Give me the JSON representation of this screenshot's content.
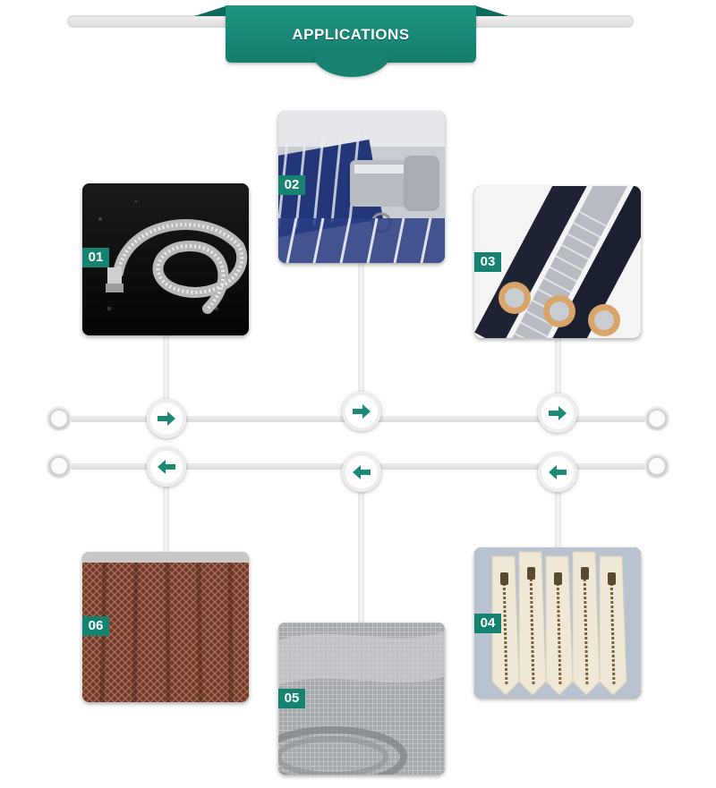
{
  "header": {
    "title": "APPLICATIONS"
  },
  "colors": {
    "accent": "#15836f",
    "rail": "#e2e2e2",
    "arrow": "#1a8a74"
  },
  "applications": [
    {
      "badge": "01",
      "image": "braided-steel-hose-photo"
    },
    {
      "badge": "02",
      "image": "blue-spiral-suction-hose-photo"
    },
    {
      "badge": "03",
      "image": "armored-power-cable-photo"
    },
    {
      "badge": "04",
      "image": "metal-zipper-photo"
    },
    {
      "badge": "05",
      "image": "wire-mesh-roll-photo"
    },
    {
      "badge": "06",
      "image": "chainmail-curtain-photo"
    }
  ],
  "timeline": {
    "upper_direction": "right-arrow-icon",
    "lower_direction": "left-arrow-icon"
  }
}
